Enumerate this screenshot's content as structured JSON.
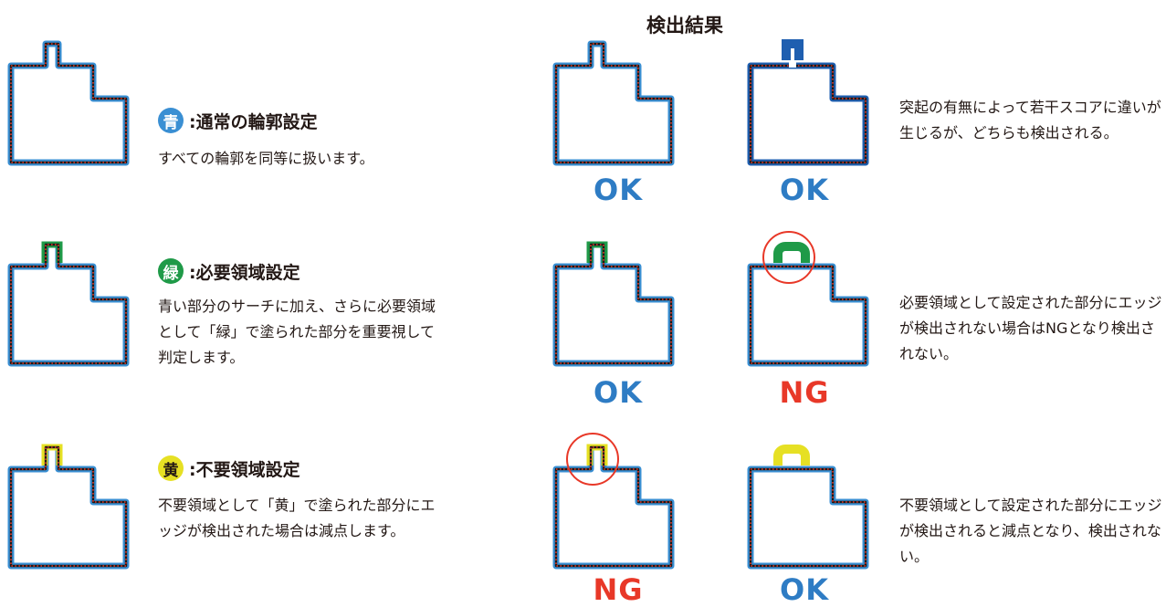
{
  "title": "検出結果",
  "colors": {
    "blue": "#3a8fd3",
    "dark_blue": "#1f5fb0",
    "green": "#1f9a48",
    "yellow": "#e6e024",
    "red": "#e83828",
    "ok": "#2e7cc4",
    "ng": "#e83828"
  },
  "settings": [
    {
      "badge": "青",
      "badge_color": "blue",
      "heading": ":通常の輪郭設定",
      "description": "すべての輪郭を同等に扱います。"
    },
    {
      "badge": "緑",
      "badge_color": "green",
      "heading": ":必要領域設定",
      "description": "青い部分のサーチに加え、さらに必要領域として「緑」で塗られた部分を重要視して判定します。"
    },
    {
      "badge": "黄",
      "badge_color": "yellow",
      "heading": ":不要領域設定",
      "description": "不要領域として「黄」で塗られた部分にエッジが検出された場合は減点します。"
    }
  ],
  "results": [
    {
      "left": "OK",
      "right": "OK",
      "note": "突起の有無によって若干スコアに違いが生じるが、どちらも検出される。"
    },
    {
      "left": "OK",
      "right": "NG",
      "note": "必要領域として設定された部分にエッジが検出されない場合はNGとなり検出されない。"
    },
    {
      "left": "NG",
      "right": "OK",
      "note": "不要領域として設定された部分にエッジが検出されると減点となり、検出されない。"
    }
  ]
}
